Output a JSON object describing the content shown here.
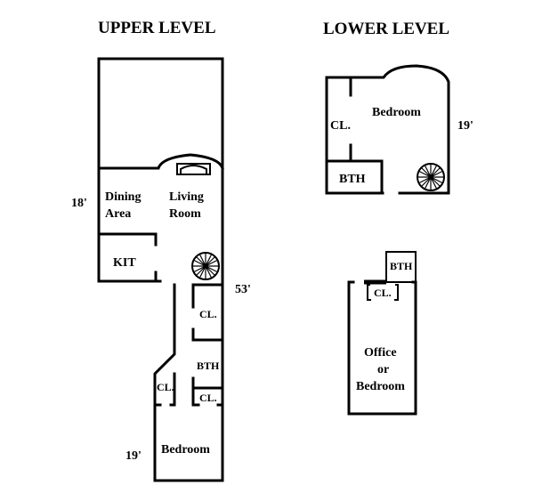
{
  "titles": {
    "upper": "UPPER LEVEL",
    "lower": "LOWER LEVEL"
  },
  "upper": {
    "dim_width": "18'",
    "dim_length": "53'",
    "dim_bedroom": "19'",
    "rooms": {
      "dining1": "Dining",
      "dining2": "Area",
      "living1": "Living",
      "living2": "Room",
      "kit": "KIT",
      "cl1": "CL.",
      "bth": "BTH",
      "cl2": "CL.",
      "cl3": "CL.",
      "bedroom": "Bedroom"
    }
  },
  "lower": {
    "dim_bedroom": "19'",
    "rooms": {
      "bedroom": "Bedroom",
      "cl": "CL.",
      "bth": "BTH",
      "bth2": "BTH",
      "cl2": "CL.",
      "office1": "Office",
      "office2": "or",
      "office3": "Bedroom"
    }
  }
}
